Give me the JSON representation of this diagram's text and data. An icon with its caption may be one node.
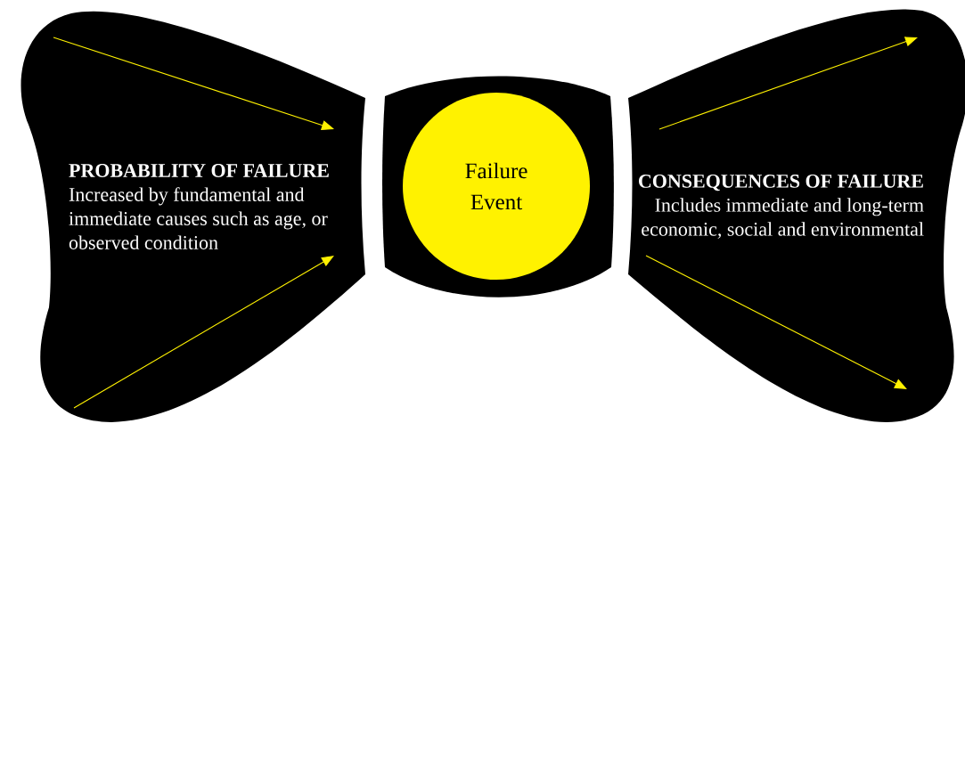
{
  "diagram": {
    "nodes": [
      {
        "text": [
          "PROBABILITY OF FAILURE",
          "Increased by fundamental and immediate causes such as age, or observed condition"
        ]
      },
      {
        "text": [],
        "shape": "box"
      },
      {
        "text": [
          "Failure Event"
        ],
        "in": 1
      },
      {
        "text": [
          "CONSEQUENCES OF FAILURE",
          "Includes immediate and long-term economic, social and environmental"
        ]
      }
    ]
  }
}
